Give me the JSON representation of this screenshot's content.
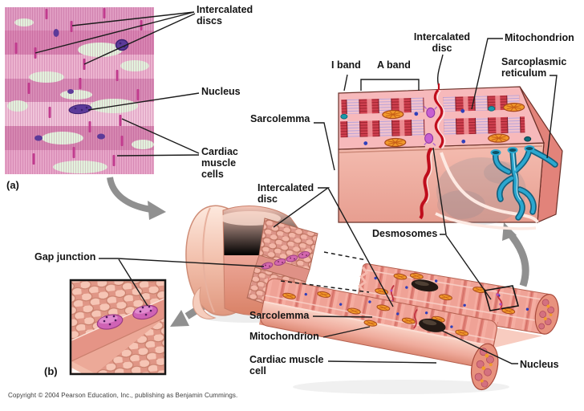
{
  "figure": {
    "type": "textbook-anatomy-diagram",
    "subject": "Cardiac muscle tissue",
    "panels": {
      "a": "(a)",
      "b": "(b)"
    },
    "labels": {
      "micrograph_intercalated_discs": "Intercalated\ndiscs",
      "micrograph_nucleus": "Nucleus",
      "micrograph_cardiac_muscle_cells": "Cardiac\nmuscle\ncells",
      "block_intercalated_disc": "Intercalated\ndisc",
      "block_mitochondrion": "Mitochondrion",
      "block_i_band": "I band",
      "block_a_band": "A band",
      "block_sarcoplasmic_reticulum": "Sarcoplasmic\nreticulum",
      "block_sarcolemma": "Sarcolemma",
      "cell_intercalated_disc": "Intercalated\ndisc",
      "desmosomes": "Desmosomes",
      "gap_junction": "Gap junction",
      "fiber_sarcolemma": "Sarcolemma",
      "fiber_mitochondrion": "Mitochondrion",
      "fiber_cardiac_muscle_cell": "Cardiac muscle\ncell",
      "fiber_nucleus": "Nucleus"
    },
    "copyright": "Copyright © 2004 Pearson Education, Inc., publishing as Benjamin Cummings.",
    "palette": {
      "background": "#ffffff",
      "label_text": "#141414",
      "leader_line": "#1c1c1c",
      "micrograph_pink": "#e09cc2",
      "micrograph_magenta_disc": "#c13b8e",
      "micrograph_green_gap": "#e3f2dd",
      "nucleus_purple": "#5c3a99",
      "muscle_pink": "#f5ada1",
      "muscle_dark_red_band": "#ce3f4e",
      "intercalated_disc_red": "#c00d1c",
      "desmosome_purple": "#c75fd1",
      "gap_junction_magenta": "#cf63b5",
      "mitochondrion_orange": "#f19a2b",
      "sr_blue": "#2ba7cf",
      "nucleus_dot_blue": "#2f3fbb",
      "teal_dot": "#1b9aab",
      "arrow_gray": "#909090",
      "fiber_nucleus_black": "#241a15"
    }
  }
}
